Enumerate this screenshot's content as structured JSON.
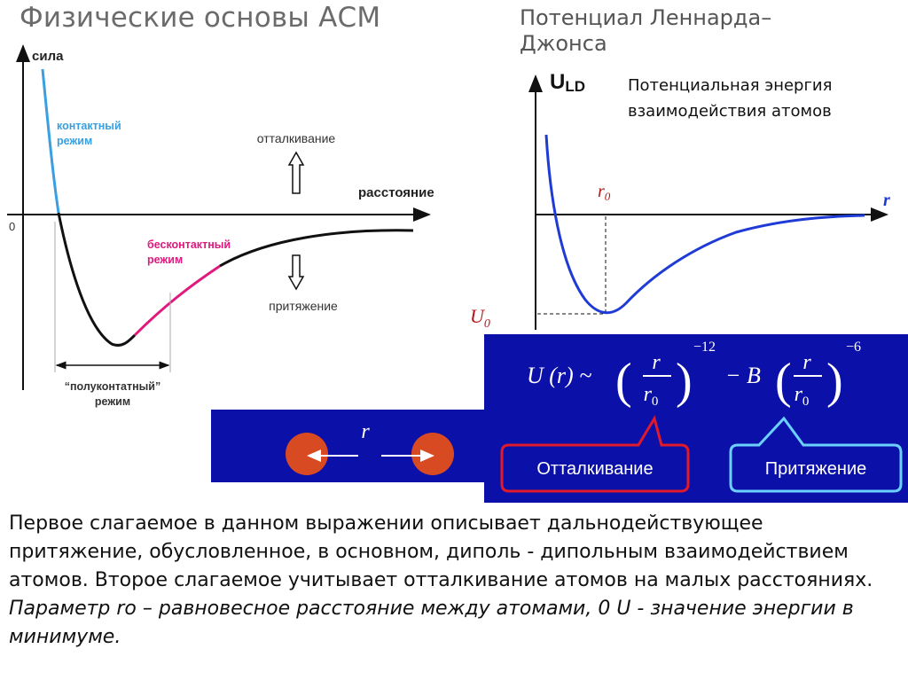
{
  "titles": {
    "left": "Физические основы АСМ",
    "right_line1": "Потенциал Леннарда–",
    "right_line2": "Джонса"
  },
  "force_chart": {
    "y_axis_label": "сила",
    "x_axis_label": "расстояние",
    "origin_label": "0",
    "regimes": {
      "contact_line1": "контактный",
      "contact_line2": "режим",
      "noncontact_line1": "бесконтактный",
      "noncontact_line2": "режим",
      "semicontact_line1": "“полуконтатный”",
      "semicontact_line2": "режим"
    },
    "repulsion": "отталкивание",
    "attraction": "притяжение"
  },
  "lj_chart": {
    "y_axis_label": "U",
    "y_axis_subscript": "LD",
    "x_axis_label": "r",
    "r0_label": "r",
    "r0_subscript": "0",
    "u0_label": "U",
    "u0_subscript": "0",
    "caption_line1": "Потенциальная энергия",
    "caption_line2": "взаимодействия атомов"
  },
  "formula": {
    "lhs": "U (r) ~",
    "frac_num": "r",
    "frac_den": "r",
    "den_subscript": "0",
    "exp1": "−12",
    "minus_b": "− B",
    "exp2": "−6",
    "repulsion_label": "Отталкивание",
    "attraction_label": "Притяжение"
  },
  "atoms_panel": {
    "distance_label": "r"
  },
  "paragraph": {
    "part1": "Первое слагаемое в данном выражении описывает дальнодействующее притяжение, обусловленное, в основном, диполь - дипольным взаимодействием атомов. Второе слагаемое учитывает отталкивание атомов на малых расстояниях. ",
    "part2": "Параметр ro – равновесное расстояние между атомами, 0 U - значение энергии в минимуме."
  },
  "colors": {
    "contact": "#3a9fe0",
    "noncontact": "#e0197d",
    "curve": "#111111",
    "lj_curve": "#1f3bd6",
    "panel_bg": "#0b10a8",
    "repulsion_box": "#e01a2a",
    "attraction_box": "#6cd0ff",
    "atom": "#d84a22"
  }
}
